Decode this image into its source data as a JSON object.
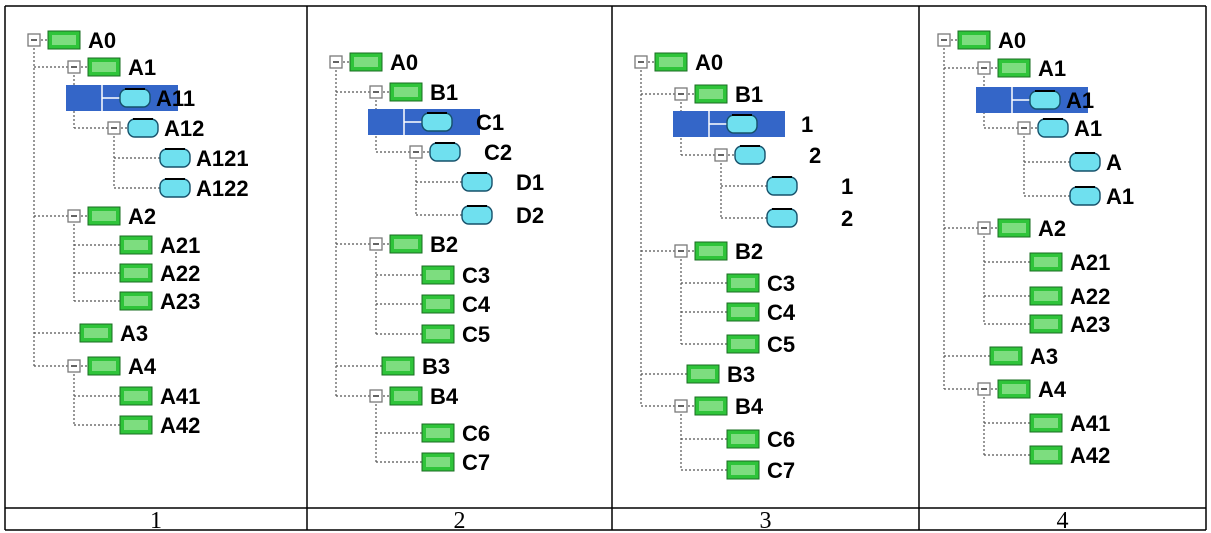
{
  "colors": {
    "selection": "#3466c8",
    "leaf_fill": "#2fc43a",
    "leaf_inner": "#9ee89c",
    "node_fill": "#6fe0ef",
    "node_stroke": "#15506a",
    "box_stroke": "#7a7a7a",
    "connector": "#555555"
  },
  "panels": [
    {
      "caption": "1",
      "nodes": [
        {
          "label": "A0",
          "icon": "leaf",
          "toggle": "open",
          "depth": 0
        },
        {
          "label": "A1",
          "icon": "leaf",
          "toggle": "open",
          "depth": 1
        },
        {
          "label": "A11",
          "icon": "node",
          "toggle": "none",
          "depth": 2,
          "selected": true
        },
        {
          "label": "A12",
          "icon": "node",
          "toggle": "open",
          "depth": 2
        },
        {
          "label": "A121",
          "icon": "node",
          "toggle": "none",
          "depth": 3
        },
        {
          "label": "A122",
          "icon": "node",
          "toggle": "none",
          "depth": 3
        },
        {
          "label": "A2",
          "icon": "leaf",
          "toggle": "open",
          "depth": 1
        },
        {
          "label": "A21",
          "icon": "leaf",
          "toggle": "none",
          "depth": 2
        },
        {
          "label": "A22",
          "icon": "leaf",
          "toggle": "none",
          "depth": 2
        },
        {
          "label": "A23",
          "icon": "leaf",
          "toggle": "none",
          "depth": 2
        },
        {
          "label": "A3",
          "icon": "leaf",
          "toggle": "none",
          "depth": 1
        },
        {
          "label": "A4",
          "icon": "leaf",
          "toggle": "open",
          "depth": 1
        },
        {
          "label": "A41",
          "icon": "leaf",
          "toggle": "none",
          "depth": 2
        },
        {
          "label": "A42",
          "icon": "leaf",
          "toggle": "none",
          "depth": 2
        }
      ]
    },
    {
      "caption": "2",
      "nodes": [
        {
          "label": "A0",
          "icon": "leaf",
          "toggle": "open",
          "depth": 0
        },
        {
          "label": "B1",
          "icon": "leaf",
          "toggle": "open",
          "depth": 1
        },
        {
          "label": "C1",
          "icon": "node",
          "toggle": "none",
          "depth": 2,
          "selected": true
        },
        {
          "label": "C2",
          "icon": "node",
          "toggle": "open",
          "depth": 2
        },
        {
          "label": "D1",
          "icon": "node",
          "toggle": "none",
          "depth": 3
        },
        {
          "label": "D2",
          "icon": "node",
          "toggle": "none",
          "depth": 3
        },
        {
          "label": "B2",
          "icon": "leaf",
          "toggle": "open",
          "depth": 1
        },
        {
          "label": "C3",
          "icon": "leaf",
          "toggle": "none",
          "depth": 2
        },
        {
          "label": "C4",
          "icon": "leaf",
          "toggle": "none",
          "depth": 2
        },
        {
          "label": "C5",
          "icon": "leaf",
          "toggle": "none",
          "depth": 2
        },
        {
          "label": "B3",
          "icon": "leaf",
          "toggle": "none",
          "depth": 1
        },
        {
          "label": "B4",
          "icon": "leaf",
          "toggle": "open",
          "depth": 1
        },
        {
          "label": "C6",
          "icon": "leaf",
          "toggle": "none",
          "depth": 2
        },
        {
          "label": "C7",
          "icon": "leaf",
          "toggle": "none",
          "depth": 2
        }
      ]
    },
    {
      "caption": "3",
      "nodes": [
        {
          "label": "A0",
          "icon": "leaf",
          "toggle": "open",
          "depth": 0
        },
        {
          "label": "B1",
          "icon": "leaf",
          "toggle": "open",
          "depth": 1
        },
        {
          "label": "1",
          "icon": "node",
          "toggle": "none",
          "depth": 2,
          "selected": true
        },
        {
          "label": "2",
          "icon": "node",
          "toggle": "open",
          "depth": 2
        },
        {
          "label": "1",
          "icon": "node",
          "toggle": "none",
          "depth": 3
        },
        {
          "label": "2",
          "icon": "node",
          "toggle": "none",
          "depth": 3
        },
        {
          "label": "B2",
          "icon": "leaf",
          "toggle": "open",
          "depth": 1
        },
        {
          "label": "C3",
          "icon": "leaf",
          "toggle": "none",
          "depth": 2
        },
        {
          "label": "C4",
          "icon": "leaf",
          "toggle": "none",
          "depth": 2
        },
        {
          "label": "C5",
          "icon": "leaf",
          "toggle": "none",
          "depth": 2
        },
        {
          "label": "B3",
          "icon": "leaf",
          "toggle": "none",
          "depth": 1
        },
        {
          "label": "B4",
          "icon": "leaf",
          "toggle": "open",
          "depth": 1
        },
        {
          "label": "C6",
          "icon": "leaf",
          "toggle": "none",
          "depth": 2
        },
        {
          "label": "C7",
          "icon": "leaf",
          "toggle": "none",
          "depth": 2
        }
      ]
    },
    {
      "caption": "4",
      "nodes": [
        {
          "label": "A0",
          "icon": "leaf",
          "toggle": "open",
          "depth": 0
        },
        {
          "label": "A1",
          "icon": "leaf",
          "toggle": "open",
          "depth": 1
        },
        {
          "label": "A1",
          "icon": "node",
          "toggle": "none",
          "depth": 2,
          "selected": true
        },
        {
          "label": "A1",
          "icon": "node",
          "toggle": "open",
          "depth": 2
        },
        {
          "label": "A",
          "icon": "node",
          "toggle": "none",
          "depth": 3
        },
        {
          "label": "A1",
          "icon": "node",
          "toggle": "none",
          "depth": 3
        },
        {
          "label": "A2",
          "icon": "leaf",
          "toggle": "open",
          "depth": 1
        },
        {
          "label": "A21",
          "icon": "leaf",
          "toggle": "none",
          "depth": 2
        },
        {
          "label": "A22",
          "icon": "leaf",
          "toggle": "none",
          "depth": 2
        },
        {
          "label": "A23",
          "icon": "leaf",
          "toggle": "none",
          "depth": 2
        },
        {
          "label": "A3",
          "icon": "leaf",
          "toggle": "none",
          "depth": 1
        },
        {
          "label": "A4",
          "icon": "leaf",
          "toggle": "open",
          "depth": 1
        },
        {
          "label": "A41",
          "icon": "leaf",
          "toggle": "none",
          "depth": 2
        },
        {
          "label": "A42",
          "icon": "leaf",
          "toggle": "none",
          "depth": 2
        }
      ]
    }
  ]
}
